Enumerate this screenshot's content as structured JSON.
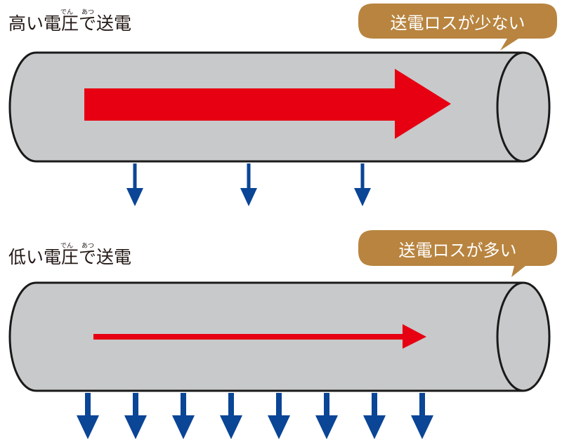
{
  "colors": {
    "pipe_fill": "#c8c9ca",
    "pipe_stroke": "#1a1a1a",
    "current_arrow": "#e60012",
    "loss_arrow": "#0a4596",
    "bubble_fill": "#b8843f",
    "bubble_text": "#ffffff"
  },
  "panels": [
    {
      "heading": "高い電圧で送電",
      "ruby": [
        "でん",
        "あつ"
      ],
      "bubble": "送電ロスが少ない",
      "loss_arrow_count": 3
    },
    {
      "heading": "低い電圧で送電",
      "ruby": [
        "でん",
        "あつ"
      ],
      "bubble": "送電ロスが多い",
      "loss_arrow_count": 8
    }
  ]
}
